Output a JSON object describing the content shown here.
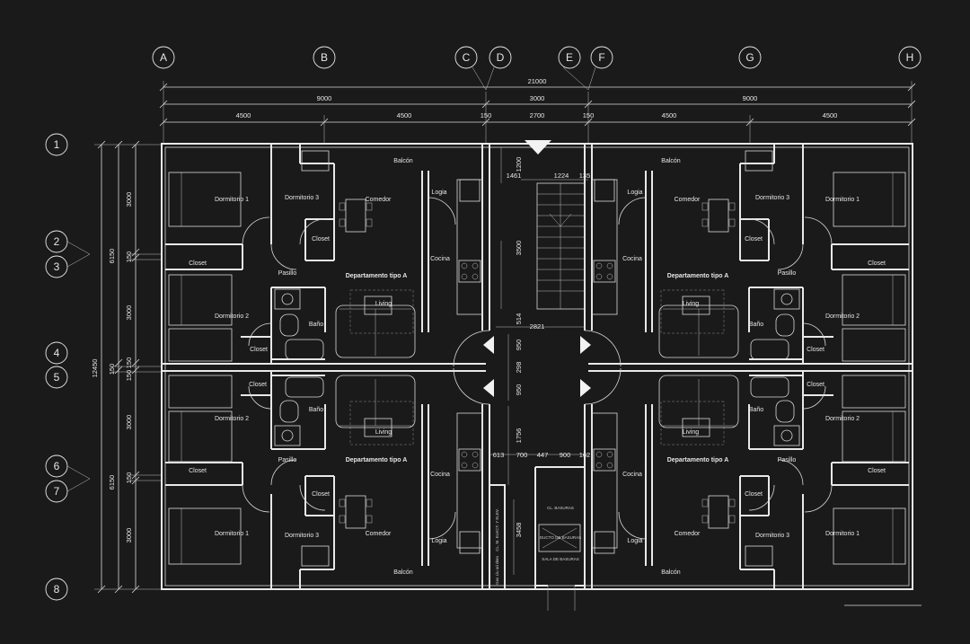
{
  "background_color": "#1a1a1a",
  "line_color": "#e8e8e8",
  "column_axes": [
    "A",
    "B",
    "C",
    "D",
    "E",
    "F",
    "G",
    "H"
  ],
  "row_axes": [
    "1",
    "2",
    "3",
    "4",
    "5",
    "6",
    "7",
    "8"
  ],
  "dimensions": {
    "top_total": "21000",
    "top_mid": [
      "9000",
      "3000",
      "9000"
    ],
    "top_detail": [
      "4500",
      "4500",
      "150",
      "2700",
      "150",
      "4500",
      "4500"
    ],
    "left_total": "12450",
    "left_mid": [
      "6150",
      "150",
      "6150"
    ],
    "left_detail": [
      "3000",
      "150",
      "3000",
      "150",
      "150",
      "3000",
      "150",
      "3000"
    ],
    "core": [
      "1200",
      "1461",
      "1224",
      "135",
      "3500",
      "514",
      "2821",
      "950",
      "298",
      "950",
      "1756",
      "613",
      "700",
      "447",
      "900",
      "162",
      "3458"
    ]
  },
  "rooms": {
    "balcon": "Balcón",
    "dormitorio_1": "Dormitorio 1",
    "dormitorio_2": "Dormitorio 2",
    "dormitorio_3": "Dormitorio 3",
    "comedor": "Comedor",
    "logia": "Logia",
    "closet": "Closet",
    "cocina": "Cocina",
    "pasillo": "Pasillo",
    "departamento": "Departamento tipo A",
    "living": "Living",
    "bano": "Baño"
  },
  "service_labels": {
    "cl_basuras": "CL. BASURAS",
    "ducto_basuras": "DUCTO DE BASURAS",
    "sala_basuras": "SALA DE BASURAS",
    "cl_electrico": "CL. M. ELECT. Y ELEV.",
    "gas_agua": "Gas Llu ari dem"
  }
}
